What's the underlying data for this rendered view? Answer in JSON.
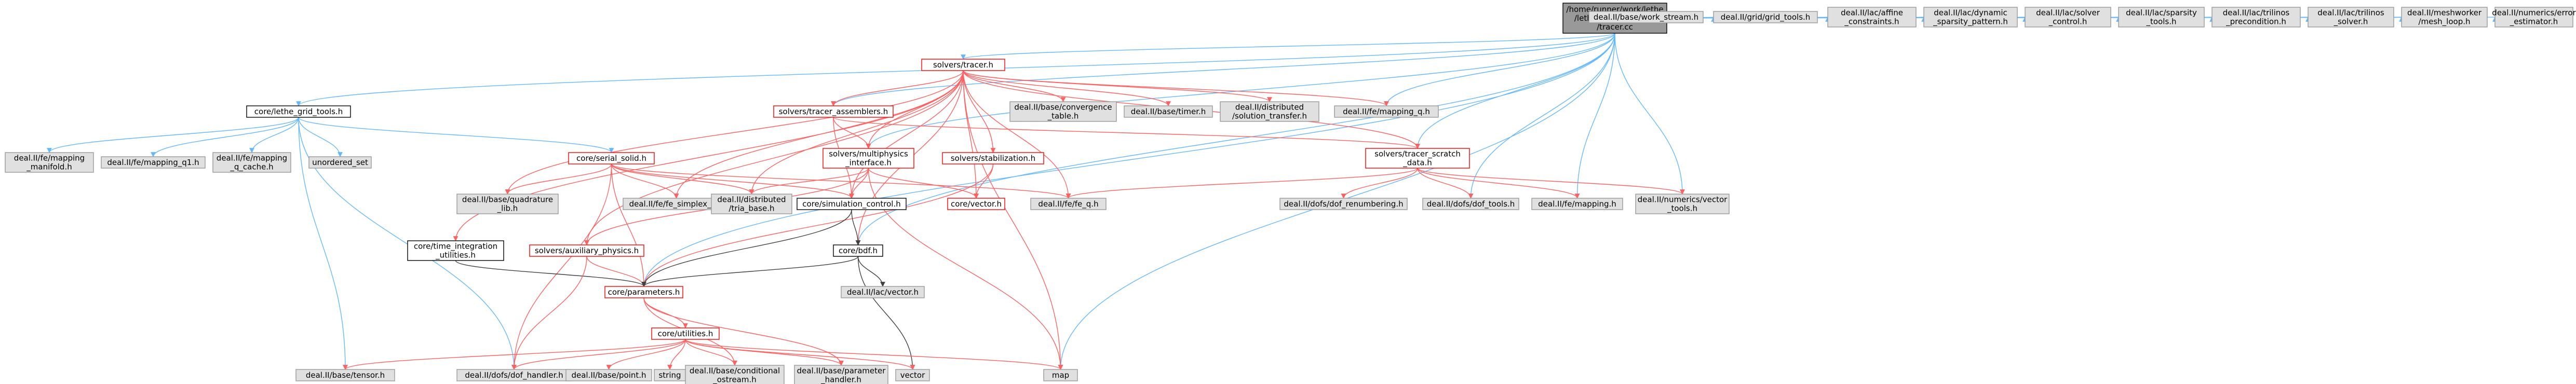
{
  "colors": {
    "root_fill": "#999999",
    "gray_fill": "#e0e0e0",
    "white_fill": "#ffffff",
    "gray_border": "#999999",
    "red_border": "#ff0000",
    "text": "#000000",
    "text_red": "#000000",
    "edge_blue": "#63b8ff",
    "edge_dark": "#404040",
    "edge_red": "#ff6060"
  },
  "nodes": [
    {
      "id": "root",
      "lines": [
        "/home/runner/work/lethe",
        "/lethe/source/solvers",
        "/tracer.cc"
      ],
      "style": "root"
    },
    {
      "id": "lethe_grid_tools",
      "lines": [
        "core/lethe_grid_tools.h"
      ],
      "style": "white"
    },
    {
      "id": "tracer_h",
      "lines": [
        "solvers/tracer.h"
      ],
      "style": "red"
    },
    {
      "id": "work_stream",
      "lines": [
        "deal.II/base/work_stream.h"
      ],
      "style": "gray"
    },
    {
      "id": "grid_tools",
      "lines": [
        "deal.II/grid/grid_tools.h"
      ],
      "style": "gray"
    },
    {
      "id": "affine_constraints",
      "lines": [
        "deal.II/lac/affine",
        "_constraints.h"
      ],
      "style": "gray"
    },
    {
      "id": "dynamic_sparsity",
      "lines": [
        "deal.II/lac/dynamic",
        "_sparsity_pattern.h"
      ],
      "style": "gray"
    },
    {
      "id": "solver_control",
      "lines": [
        "deal.II/lac/solver",
        "_control.h"
      ],
      "style": "gray"
    },
    {
      "id": "sparsity_tools",
      "lines": [
        "deal.II/lac/sparsity",
        "_tools.h"
      ],
      "style": "gray"
    },
    {
      "id": "trilinos_precond",
      "lines": [
        "deal.II/lac/trilinos",
        "_precondition.h"
      ],
      "style": "gray"
    },
    {
      "id": "trilinos_solver",
      "lines": [
        "deal.II/lac/trilinos",
        "_solver.h"
      ],
      "style": "gray"
    },
    {
      "id": "mesh_loop",
      "lines": [
        "deal.II/meshworker",
        "/mesh_loop.h"
      ],
      "style": "gray"
    },
    {
      "id": "error_estimator",
      "lines": [
        "deal.II/numerics/error",
        "_estimator.h"
      ],
      "style": "gray"
    },
    {
      "id": "fe_mapping_manifold",
      "lines": [
        "deal.II/fe/mapping",
        "_manifold.h"
      ],
      "style": "gray"
    },
    {
      "id": "fe_mapping_q1",
      "lines": [
        "deal.II/fe/mapping_q1.h"
      ],
      "style": "gray"
    },
    {
      "id": "fe_mapping_q_cache",
      "lines": [
        "deal.II/fe/mapping",
        "_q_cache.h"
      ],
      "style": "gray"
    },
    {
      "id": "unordered_set",
      "lines": [
        "unordered_set"
      ],
      "style": "gray"
    },
    {
      "id": "tracer_assemblers",
      "lines": [
        "solvers/tracer_assemblers.h"
      ],
      "style": "red"
    },
    {
      "id": "convergence_table",
      "lines": [
        "deal.II/base/convergence",
        "_table.h"
      ],
      "style": "gray"
    },
    {
      "id": "timer",
      "lines": [
        "deal.II/base/timer.h"
      ],
      "style": "gray"
    },
    {
      "id": "solution_transfer",
      "lines": [
        "deal.II/distributed",
        "/solution_transfer.h"
      ],
      "style": "gray"
    },
    {
      "id": "fe_mapping_q",
      "lines": [
        "deal.II/fe/mapping_q.h"
      ],
      "style": "gray"
    },
    {
      "id": "serial_solid",
      "lines": [
        "core/serial_solid.h"
      ],
      "style": "red"
    },
    {
      "id": "multiphysics_interface",
      "lines": [
        "solvers/multiphysics",
        "_interface.h"
      ],
      "style": "red"
    },
    {
      "id": "stabilization",
      "lines": [
        "solvers/stabilization.h"
      ],
      "style": "red"
    },
    {
      "id": "tracer_scratch",
      "lines": [
        "solvers/tracer_scratch",
        "_data.h"
      ],
      "style": "red"
    },
    {
      "id": "quadrature_lib",
      "lines": [
        "deal.II/base/quadrature",
        "_lib.h"
      ],
      "style": "gray"
    },
    {
      "id": "fe_simplex_p",
      "lines": [
        "deal.II/fe/fe_simplex_p.h"
      ],
      "style": "gray"
    },
    {
      "id": "tria_base",
      "lines": [
        "deal.II/distributed",
        "/tria_base.h"
      ],
      "style": "gray"
    },
    {
      "id": "simulation_control",
      "lines": [
        "core/simulation_control.h"
      ],
      "style": "white"
    },
    {
      "id": "core_vector",
      "lines": [
        "core/vector.h"
      ],
      "style": "red"
    },
    {
      "id": "fe_q",
      "lines": [
        "deal.II/fe/fe_q.h"
      ],
      "style": "gray"
    },
    {
      "id": "dof_renumbering",
      "lines": [
        "deal.II/dofs/dof_renumbering.h"
      ],
      "style": "gray"
    },
    {
      "id": "dof_tools",
      "lines": [
        "deal.II/dofs/dof_tools.h"
      ],
      "style": "gray"
    },
    {
      "id": "fe_mapping",
      "lines": [
        "deal.II/fe/mapping.h"
      ],
      "style": "gray"
    },
    {
      "id": "vector_tools",
      "lines": [
        "deal.II/numerics/vector",
        "_tools.h"
      ],
      "style": "gray"
    },
    {
      "id": "time_integration",
      "lines": [
        "core/time_integration",
        "_utilities.h"
      ],
      "style": "white"
    },
    {
      "id": "auxiliary_physics",
      "lines": [
        "solvers/auxiliary_physics.h"
      ],
      "style": "red"
    },
    {
      "id": "bdf",
      "lines": [
        "core/bdf.h"
      ],
      "style": "white"
    },
    {
      "id": "lac_vector",
      "lines": [
        "deal.II/lac/vector.h"
      ],
      "style": "gray"
    },
    {
      "id": "parameters",
      "lines": [
        "core/parameters.h"
      ],
      "style": "red"
    },
    {
      "id": "utilities",
      "lines": [
        "core/utilities.h"
      ],
      "style": "red"
    },
    {
      "id": "tensor",
      "lines": [
        "deal.II/base/tensor.h"
      ],
      "style": "gray"
    },
    {
      "id": "dof_handler",
      "lines": [
        "deal.II/dofs/dof_handler.h"
      ],
      "style": "gray"
    },
    {
      "id": "point",
      "lines": [
        "deal.II/base/point.h"
      ],
      "style": "gray"
    },
    {
      "id": "string",
      "lines": [
        "string"
      ],
      "style": "gray"
    },
    {
      "id": "conditional_ostream",
      "lines": [
        "deal.II/base/conditional",
        "_ostream.h"
      ],
      "style": "gray"
    },
    {
      "id": "parameter_handler",
      "lines": [
        "deal.II/base/parameter",
        "_handler.h"
      ],
      "style": "gray"
    },
    {
      "id": "map",
      "lines": [
        "map"
      ],
      "style": "gray"
    },
    {
      "id": "vector",
      "lines": [
        "vector"
      ],
      "style": "gray"
    }
  ],
  "edges": [
    [
      "root",
      "lethe_grid_tools",
      "blue"
    ],
    [
      "root",
      "tracer_h",
      "blue"
    ],
    [
      "root",
      "work_stream",
      "blue"
    ],
    [
      "root",
      "grid_tools",
      "blue"
    ],
    [
      "root",
      "affine_constraints",
      "blue"
    ],
    [
      "root",
      "dynamic_sparsity",
      "blue"
    ],
    [
      "root",
      "solver_control",
      "blue"
    ],
    [
      "root",
      "sparsity_tools",
      "blue"
    ],
    [
      "root",
      "trilinos_precond",
      "blue"
    ],
    [
      "root",
      "trilinos_solver",
      "blue"
    ],
    [
      "root",
      "mesh_loop",
      "blue"
    ],
    [
      "root",
      "error_estimator",
      "blue"
    ],
    [
      "root",
      "tracer_assemblers",
      "blue"
    ],
    [
      "root",
      "tracer_scratch",
      "blue"
    ],
    [
      "root",
      "fe_mapping_q",
      "blue"
    ],
    [
      "root",
      "dof_tools",
      "blue"
    ],
    [
      "root",
      "fe_mapping",
      "blue"
    ],
    [
      "root",
      "vector_tools",
      "blue"
    ],
    [
      "root",
      "bdf",
      "blue"
    ],
    [
      "root",
      "map",
      "blue"
    ],
    [
      "root",
      "multiphysics_interface",
      "blue"
    ],
    [
      "root",
      "parameters",
      "blue"
    ],
    [
      "lethe_grid_tools",
      "fe_mapping_manifold",
      "blue"
    ],
    [
      "lethe_grid_tools",
      "fe_mapping_q1",
      "blue"
    ],
    [
      "lethe_grid_tools",
      "fe_mapping_q_cache",
      "blue"
    ],
    [
      "lethe_grid_tools",
      "unordered_set",
      "blue"
    ],
    [
      "lethe_grid_tools",
      "serial_solid",
      "blue"
    ],
    [
      "lethe_grid_tools",
      "tensor",
      "blue"
    ],
    [
      "lethe_grid_tools",
      "dof_handler",
      "blue"
    ],
    [
      "tracer_h",
      "tracer_assemblers",
      "red"
    ],
    [
      "tracer_h",
      "convergence_table",
      "red"
    ],
    [
      "tracer_h",
      "timer",
      "red"
    ],
    [
      "tracer_h",
      "solution_transfer",
      "red"
    ],
    [
      "tracer_h",
      "fe_mapping_q",
      "red"
    ],
    [
      "tracer_h",
      "tracer_scratch",
      "red"
    ],
    [
      "tracer_h",
      "multiphysics_interface",
      "red"
    ],
    [
      "tracer_h",
      "stabilization",
      "red"
    ],
    [
      "tracer_h",
      "quadrature_lib",
      "red"
    ],
    [
      "tracer_h",
      "fe_simplex_p",
      "red"
    ],
    [
      "tracer_h",
      "tria_base",
      "red"
    ],
    [
      "tracer_h",
      "simulation_control",
      "red"
    ],
    [
      "tracer_h",
      "core_vector",
      "red"
    ],
    [
      "tracer_h",
      "fe_q",
      "red"
    ],
    [
      "tracer_h",
      "time_integration",
      "red"
    ],
    [
      "tracer_h",
      "auxiliary_physics",
      "red"
    ],
    [
      "tracer_h",
      "bdf",
      "red"
    ],
    [
      "tracer_h",
      "map",
      "red"
    ],
    [
      "tracer_assemblers",
      "multiphysics_interface",
      "red"
    ],
    [
      "tracer_assemblers",
      "simulation_control",
      "red"
    ],
    [
      "tracer_assemblers",
      "tracer_scratch",
      "red"
    ],
    [
      "serial_solid",
      "quadrature_lib",
      "red"
    ],
    [
      "serial_solid",
      "fe_simplex_p",
      "red"
    ],
    [
      "serial_solid",
      "tria_base",
      "red"
    ],
    [
      "serial_solid",
      "simulation_control",
      "red"
    ],
    [
      "serial_solid",
      "fe_q",
      "red"
    ],
    [
      "serial_solid",
      "parameters",
      "red"
    ],
    [
      "serial_solid",
      "dof_handler",
      "red"
    ],
    [
      "multiphysics_interface",
      "core_vector",
      "red"
    ],
    [
      "multiphysics_interface",
      "simulation_control",
      "red"
    ],
    [
      "multiphysics_interface",
      "tria_base",
      "red"
    ],
    [
      "multiphysics_interface",
      "auxiliary_physics",
      "red"
    ],
    [
      "multiphysics_interface",
      "map",
      "red"
    ],
    [
      "stabilization",
      "core_vector",
      "red"
    ],
    [
      "stabilization",
      "parameters",
      "red"
    ],
    [
      "tracer_scratch",
      "fe_q",
      "red"
    ],
    [
      "tracer_scratch",
      "dof_renumbering",
      "red"
    ],
    [
      "tracer_scratch",
      "dof_tools",
      "red"
    ],
    [
      "tracer_scratch",
      "fe_mapping",
      "red"
    ],
    [
      "tracer_scratch",
      "vector_tools",
      "red"
    ],
    [
      "simulation_control",
      "bdf",
      "dark"
    ],
    [
      "simulation_control",
      "parameters",
      "dark"
    ],
    [
      "time_integration",
      "parameters",
      "dark"
    ],
    [
      "auxiliary_physics",
      "parameters",
      "red"
    ],
    [
      "auxiliary_physics",
      "dof_handler",
      "red"
    ],
    [
      "bdf",
      "lac_vector",
      "dark"
    ],
    [
      "bdf",
      "parameters",
      "dark"
    ],
    [
      "bdf",
      "vector",
      "dark"
    ],
    [
      "parameters",
      "utilities",
      "red"
    ],
    [
      "parameters",
      "conditional_ostream",
      "red"
    ],
    [
      "parameters",
      "parameter_handler",
      "red"
    ],
    [
      "utilities",
      "tensor",
      "red"
    ],
    [
      "utilities",
      "dof_handler",
      "red"
    ],
    [
      "utilities",
      "point",
      "red"
    ],
    [
      "utilities",
      "string",
      "red"
    ],
    [
      "utilities",
      "conditional_ostream",
      "red"
    ],
    [
      "utilities",
      "parameter_handler",
      "red"
    ],
    [
      "utilities",
      "map",
      "red"
    ],
    [
      "utilities",
      "vector",
      "red"
    ]
  ]
}
